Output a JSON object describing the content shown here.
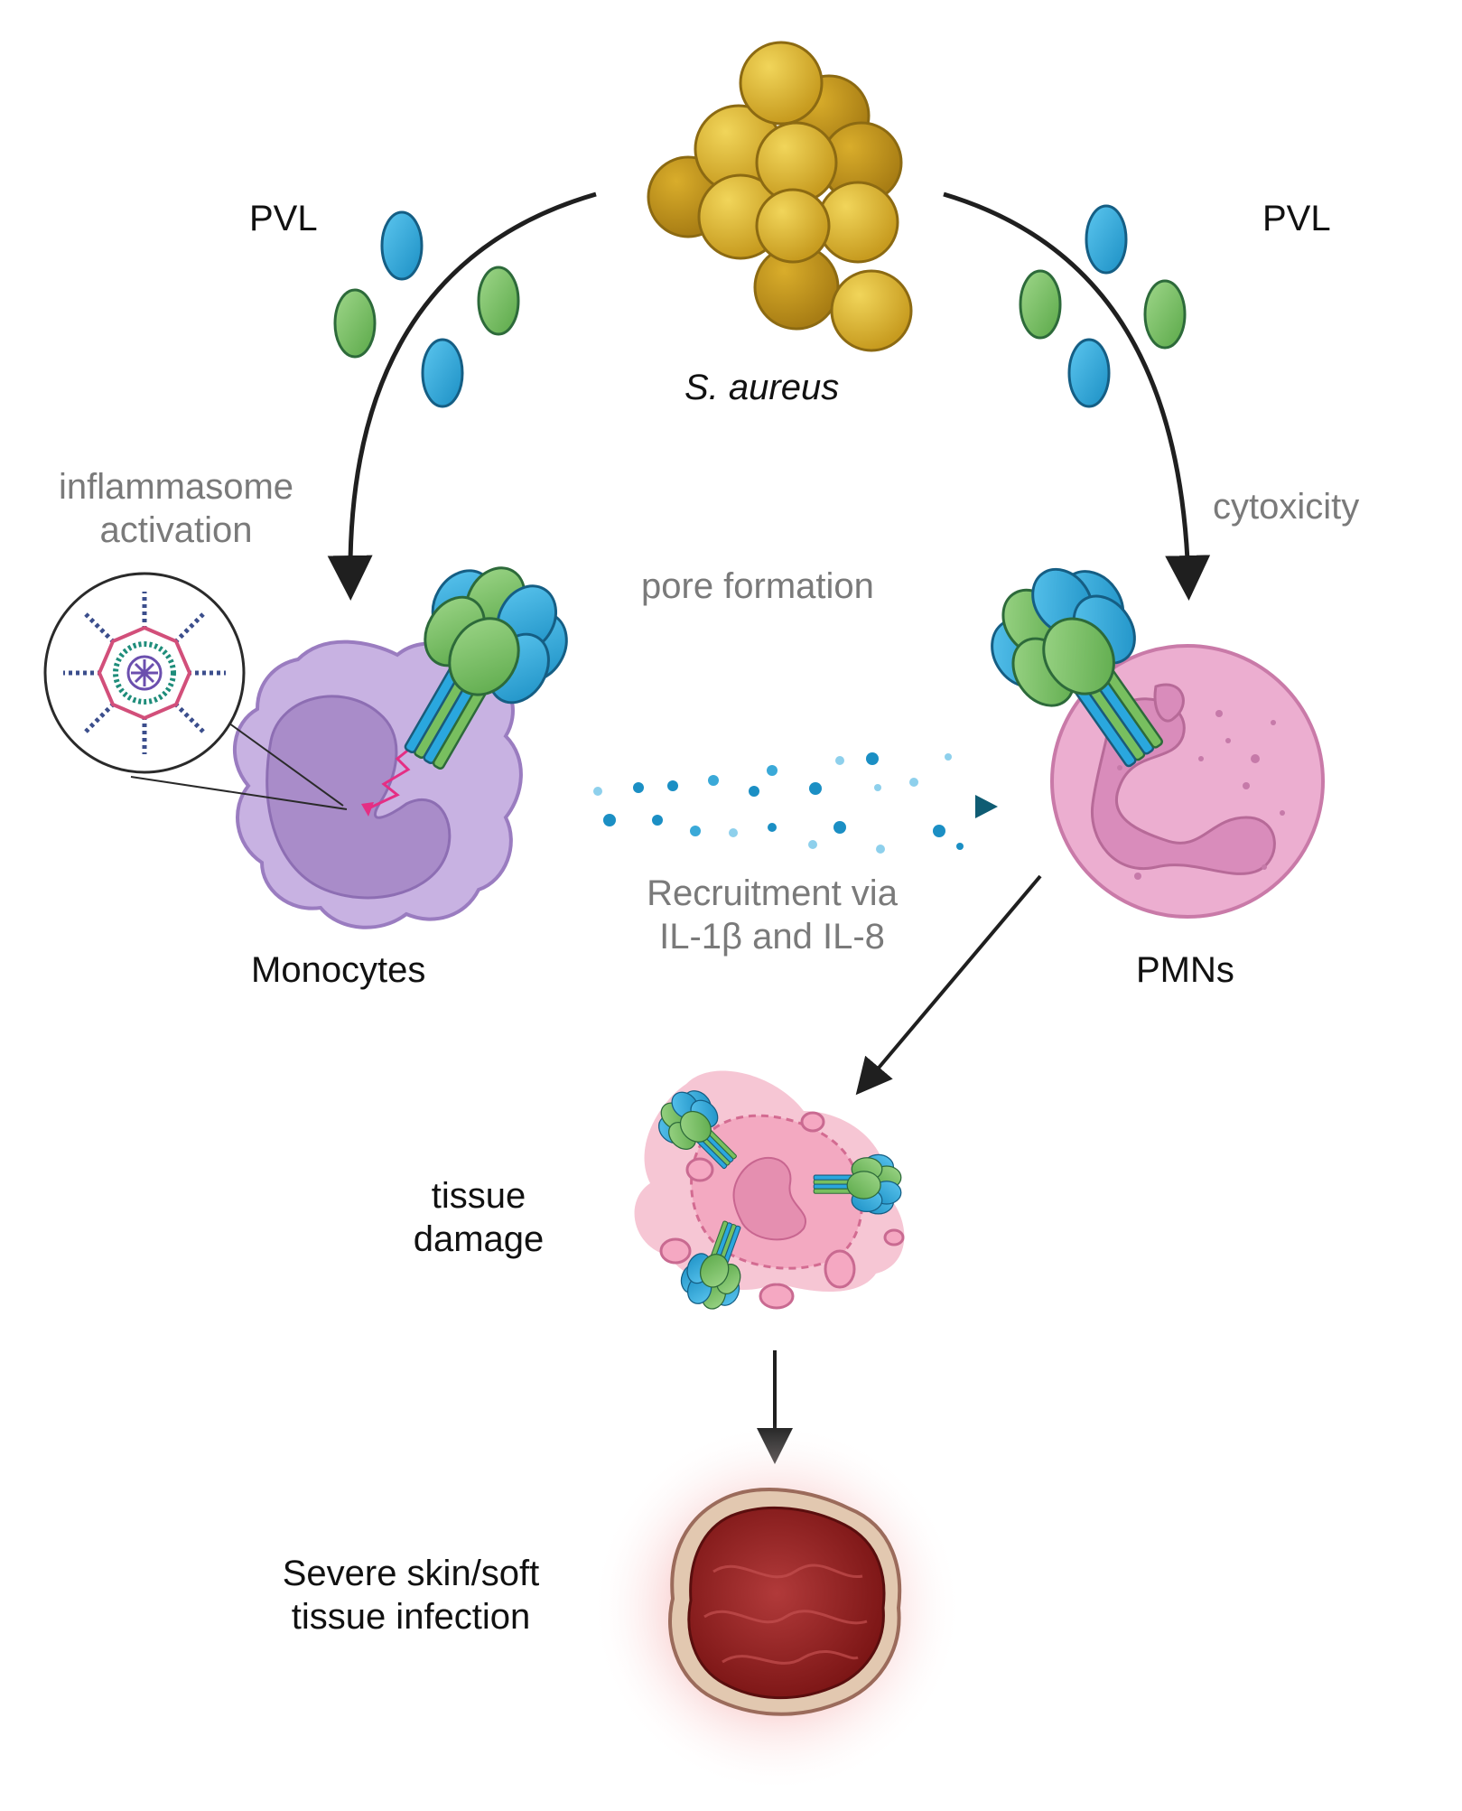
{
  "labels": {
    "pvl_left": "PVL",
    "pvl_right": "PVL",
    "bacterium": "S. aureus",
    "inflammasome": "inflammasome\nactivation",
    "cytotoxicity": "cytoxicity",
    "pore_formation": "pore formation",
    "monocytes": "Monocytes",
    "pmns": "PMNs",
    "recruitment": "Recruitment via\nIL-1β and IL-8",
    "tissue_damage": "tissue\ndamage",
    "infection": "Severe skin/soft\ntissue infection"
  },
  "colors": {
    "text_dark": "#111111",
    "text_grey": "#7a7a7a",
    "toxin_blue": "#2aa7de",
    "toxin_green": "#78bf5f",
    "bacteria_gold": "#d8b22b",
    "monocyte_purple": "#c8b2e2",
    "pmn_pink": "#ecaed0",
    "arrow": "#1f1f1f",
    "recruit_arrow": "#0f5c73",
    "infection_red": "#8e1d1d"
  },
  "icons": {
    "bacteria": "staphylococcus-cluster-icon",
    "toxin": "pvl-toxin-subunit-icon",
    "pore": "pvl-pore-complex-icon",
    "monocyte": "monocyte-cell-icon",
    "pmn": "neutrophil-cell-icon",
    "inflammasome": "inflammasome-zoom-icon",
    "damaged_cell": "lysed-cell-icon",
    "wound": "skin-lesion-icon"
  }
}
